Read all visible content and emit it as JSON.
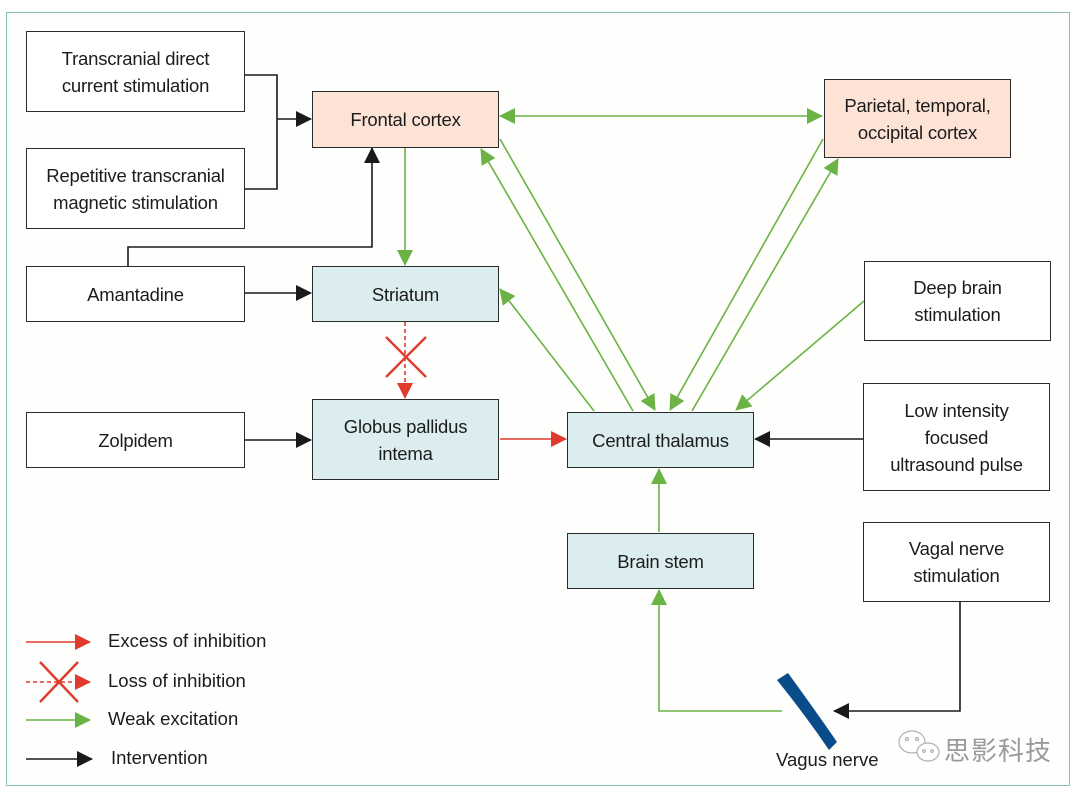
{
  "colors": {
    "excitation": "#6ab344",
    "inhibition": "#e03a2f",
    "intervention": "#1a1a1a",
    "vagus": "#0a4b8a",
    "cortex_fill": "#fce3d6",
    "subcortex_fill": "#dcedf0",
    "frame": "#86c2ae"
  },
  "nodes": {
    "tdcs": "Transcranial direct\ncurrent stimulation",
    "rtms": "Repetitive transcranial\nmagnetic stimulation",
    "amantadine": "Amantadine",
    "zolpidem": "Zolpidem",
    "frontal_cortex": "Frontal cortex",
    "striatum": "Striatum",
    "globus_pallidus": "Globus pallidus\nintema",
    "parietal_cortex": "Parietal, temporal,\noccipital cortex",
    "central_thalamus": "Central thalamus",
    "brain_stem": "Brain stem",
    "dbs": "Deep brain\nstimulation",
    "lifu": "Low intensity\nfocused\nultrasound pulse",
    "vns": "Vagal nerve\nstimulation",
    "vagus_nerve": "Vagus nerve"
  },
  "legend": [
    {
      "key": "excess_inhibition",
      "label": "Excess of inhibition"
    },
    {
      "key": "loss_inhibition",
      "label": "Loss of inhibition"
    },
    {
      "key": "weak_excitation",
      "label": "Weak excitation"
    },
    {
      "key": "intervention",
      "label": "Intervention"
    }
  ],
  "edges": [
    {
      "from": "tdcs",
      "to": "frontal_cortex",
      "type": "intervention"
    },
    {
      "from": "rtms",
      "to": "frontal_cortex",
      "type": "intervention"
    },
    {
      "from": "amantadine",
      "to": "frontal_cortex",
      "type": "intervention"
    },
    {
      "from": "amantadine",
      "to": "striatum",
      "type": "intervention"
    },
    {
      "from": "zolpidem",
      "to": "globus_pallidus",
      "type": "intervention"
    },
    {
      "from": "frontal_cortex",
      "to": "parietal_cortex",
      "type": "weak_excitation",
      "bidirectional": true
    },
    {
      "from": "frontal_cortex",
      "to": "striatum",
      "type": "weak_excitation"
    },
    {
      "from": "striatum",
      "to": "globus_pallidus",
      "type": "loss_inhibition"
    },
    {
      "from": "globus_pallidus",
      "to": "central_thalamus",
      "type": "excess_inhibition"
    },
    {
      "from": "central_thalamus",
      "to": "striatum",
      "type": "weak_excitation"
    },
    {
      "from": "central_thalamus",
      "to": "frontal_cortex",
      "type": "weak_excitation"
    },
    {
      "from": "frontal_cortex",
      "to": "central_thalamus",
      "type": "weak_excitation"
    },
    {
      "from": "parietal_cortex",
      "to": "central_thalamus",
      "type": "weak_excitation"
    },
    {
      "from": "central_thalamus",
      "to": "parietal_cortex",
      "type": "weak_excitation"
    },
    {
      "from": "dbs",
      "to": "central_thalamus",
      "type": "weak_excitation"
    },
    {
      "from": "lifu",
      "to": "central_thalamus",
      "type": "intervention"
    },
    {
      "from": "brain_stem",
      "to": "central_thalamus",
      "type": "weak_excitation"
    },
    {
      "from": "vagus_nerve",
      "to": "brain_stem",
      "type": "weak_excitation"
    },
    {
      "from": "vns",
      "to": "vagus_nerve",
      "type": "intervention"
    }
  ],
  "watermark": {
    "icon": "wechat-icon",
    "text": "思影科技"
  }
}
